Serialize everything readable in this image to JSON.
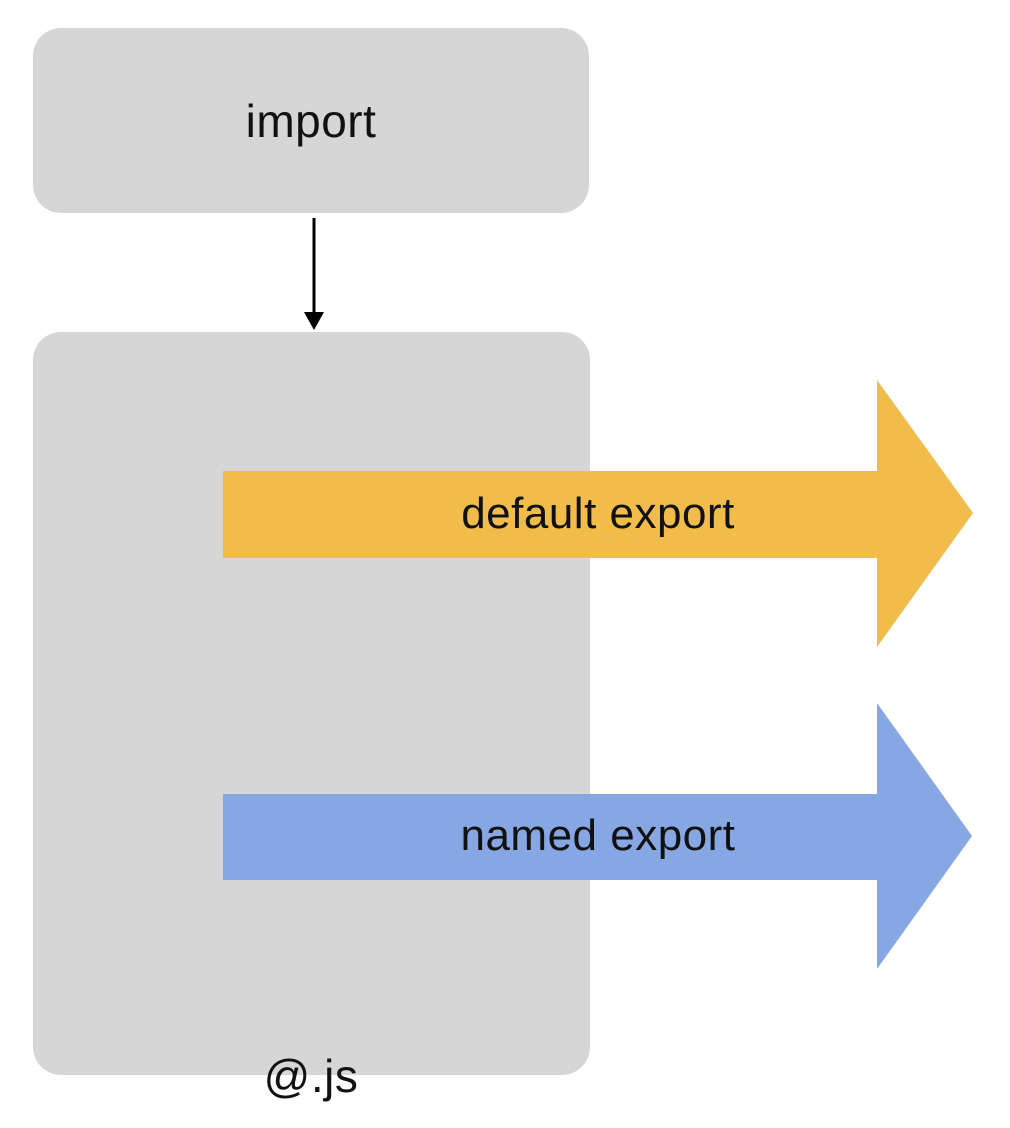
{
  "diagram": {
    "background": "#FFFFFF",
    "box_fill": "#D6D6D6",
    "text_color": "#111111",
    "import_box": {
      "label": "import"
    },
    "module_box": {
      "label": "@.js"
    },
    "connector": {
      "color": "#000000",
      "direction": "down"
    },
    "arrows": [
      {
        "id": "default-export",
        "label": "default export",
        "color": "#F2BC4A",
        "direction": "right"
      },
      {
        "id": "named-export",
        "label": "named export",
        "color": "#86A7E3",
        "direction": "right"
      }
    ]
  }
}
